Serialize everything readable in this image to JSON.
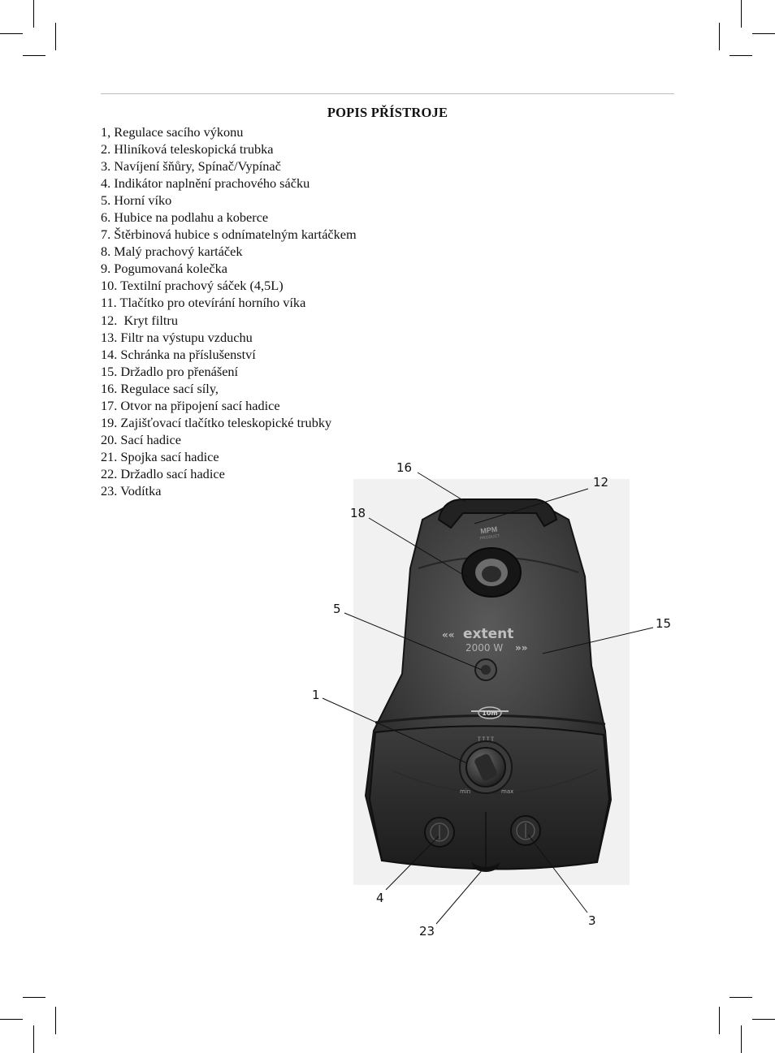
{
  "section_title": "POPIS PŘÍSTROJE",
  "parts": [
    "1, Regulace sacího výkonu",
    "2. Hliníková teleskopická trubka",
    "3. Navíjení šňůry, Spínač/Vypínač",
    "4. Indikátor naplnění prachového sáčku",
    "5. Horní víko",
    "6. Hubice na podlahu a koberce",
    "7. Štěrbinová hubice s odnímatelným kartáčkem",
    "8. Malý prachový kartáček",
    "9. Pogumovaná kolečka",
    "10. Textilní prachový sáček (4,5L)",
    "11. Tlačítko pro otevírání horního víka",
    "12.  Kryt filtru",
    "13. Filtr na výstupu vzduchu",
    "14. Schránka na příslušenství",
    "15. Držadlo pro přenášení",
    "16. Regulace sací síly,",
    "17. Otvor na připojení sací hadice",
    "19. Zajišťovací tlačítko teleskopické trubky",
    "20. Sací hadice",
    "21. Spojka sací hadice",
    "22. Držadlo sací hadice",
    "23. Vodítka"
  ],
  "callouts": {
    "c16": "16",
    "c12": "12",
    "c18": "18",
    "c5": "5",
    "c15": "15",
    "c1": "1",
    "c4": "4",
    "c23": "23",
    "c3": "3"
  },
  "product_markings": {
    "brand": "MPM",
    "brand_sub": "PRODUCT",
    "model": "extent",
    "power": "2000 W",
    "cord_badge": "10m",
    "dial_min": "min",
    "dial_max": "max"
  }
}
